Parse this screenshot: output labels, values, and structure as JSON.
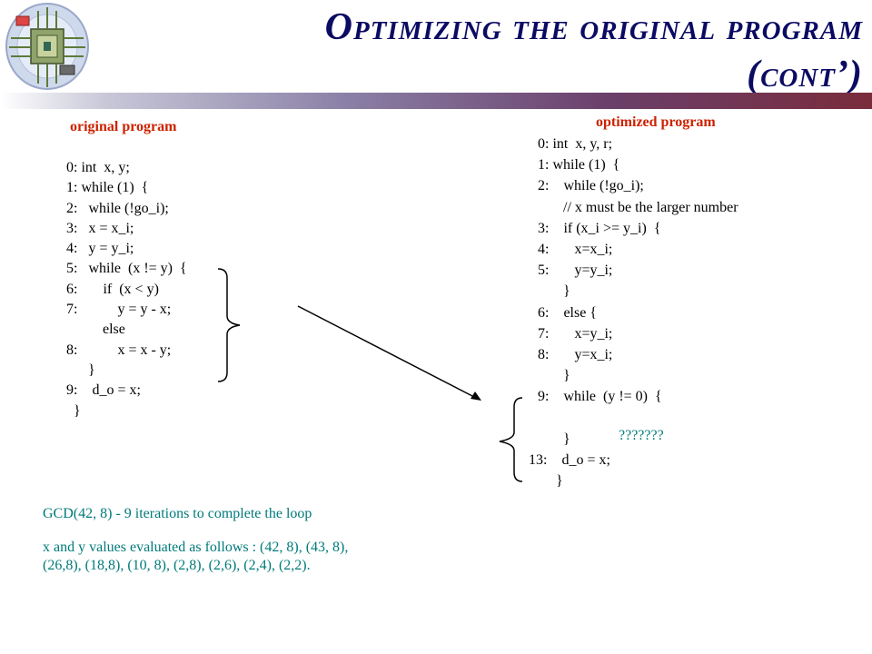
{
  "slide": {
    "title_line1": "Optimizing the original program",
    "title_line2": "(cont’)",
    "logo": "circuit-chip-logo-icon"
  },
  "original": {
    "heading": "original program",
    "lines": [
      "0: int  x, y;",
      "1: while (1)  {",
      "2:   while (!go_i);",
      "3:   x = x_i;",
      "4:   y = y_i;",
      "5:   while  (x != y)  {",
      "6:       if  (x < y)",
      "7:           y = y - x;",
      "          else",
      "8:           x = x - y;",
      "      }",
      "9:    d_o = x;",
      "  }"
    ]
  },
  "optimized": {
    "heading": "optimized program",
    "lines": [
      "0: int  x, y, r;",
      "1: while (1)  {",
      "2:    while (!go_i);",
      "       // x must be the larger number",
      "3:    if (x_i >= y_i)  {",
      "4:       x=x_i;",
      "5:       y=y_i;",
      "       }",
      "6:    else {",
      "7:       x=y_i;",
      "8:       y=x_i;",
      "       }",
      "9:    while  (y != 0)  {",
      "",
      "       }",
      "13:    d_o = x;",
      "     }"
    ],
    "placeholder": "???????"
  },
  "notes": {
    "gcd": "GCD(42, 8) - 9 iterations to complete the loop",
    "values_line1": "x and y values evaluated as follows : (42, 8), (43, 8),",
    "values_line2": "(26,8), (18,8), (10, 8), (2,8), (2,6), (2,4), (2,2)."
  },
  "colors": {
    "title": "#0b0b63",
    "heading": "#cc2200",
    "note": "#007a7a"
  }
}
